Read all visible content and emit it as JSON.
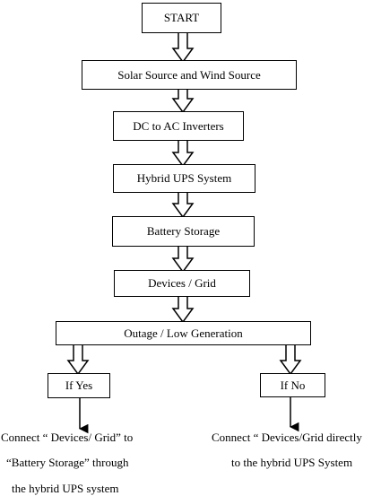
{
  "nodes": {
    "start": "START",
    "sources": "Solar Source and Wind Source",
    "inverters": "DC to AC Inverters",
    "hybrid_ups": "Hybrid UPS System",
    "battery": "Battery Storage",
    "devices": "Devices / Grid",
    "outage": "Outage / Low Generation",
    "if_yes": "If Yes",
    "if_no": "If No"
  },
  "outcomes": {
    "yes_line1": "Connect “ Devices/ Grid” to",
    "yes_line2": "“Battery Storage” through",
    "yes_line3": "the hybrid UPS system",
    "no_line1": "Connect “ Devices/Grid directly",
    "no_line2": "to the hybrid UPS System"
  }
}
